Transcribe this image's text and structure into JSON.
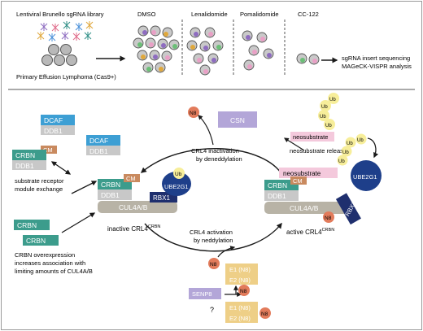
{
  "top_panel": {
    "library_label": "Lentiviral Brunello sgRNA library",
    "cells_label": "Primary Effusion Lymphoma (Cas9+)",
    "conditions": [
      "DMSO",
      "Lenalidomide",
      "Pomalidomide",
      "CC-122"
    ],
    "readout_line1": "sgRNA insert sequencing",
    "readout_line2": "MAGeCK-VISPR analysis"
  },
  "left_module": {
    "dcaf": "DCAF",
    "ddb1": "DDB1",
    "crbn": "CRBN",
    "cm": "CM",
    "exchange_line1": "substrate receptor",
    "exchange_line2": "module exchange"
  },
  "inactive_complex": {
    "crbn": "CRBN",
    "cm": "CM",
    "ddb1": "DDB1",
    "cul4": "CUL4A/B",
    "rbx1": "RBX1",
    "ube2g1": "UBE2G1",
    "ub": "Ub",
    "label_main": "inactive CRL4",
    "label_sup": "CRBN"
  },
  "overexpression": {
    "crbn_1": "CRBN",
    "crbn_2": "CRBN",
    "line1": "CRBN overexpression",
    "line2": "increases association with",
    "line3": "limiting amounts of CUL4A/B"
  },
  "cycle": {
    "n8": "N8",
    "csn": "CSN",
    "inactivation_line1": "CRL4 inactivation",
    "inactivation_line2": "by deneddylation",
    "activation_line1": "CRL4 activation",
    "activation_line2": "by neddylation",
    "neosubstrate": "neosubstrate",
    "release": "neosubstrate release",
    "ub": "Ub"
  },
  "active_complex": {
    "neosubstrate": "neosubstrate",
    "crbn": "CRBN",
    "cm": "CM",
    "ddb1": "DDB1",
    "cul4": "CUL4A/B",
    "rbx1": "RBX1",
    "ube2g1": "UBE2G1",
    "n8": "N8",
    "label_main": "active CRL4",
    "label_sup": "CRBN"
  },
  "neddylation": {
    "e1_n8": "E1 (N8)",
    "e2_n8": "E2 (N8)",
    "senp8": "SENP8",
    "n8": "N8",
    "question": "?"
  },
  "colors": {
    "crbn": "#3c9c8c",
    "ddb1": "#c8c8c8",
    "cul4": "#b8b3a6",
    "dcaf": "#3d9fd4",
    "cm": "#c98a5f",
    "rbx1": "#1f2f6e",
    "ube2g1": "#1e3f8a",
    "ub": "#f7ee9a",
    "n8": "#e27b5b",
    "csn": "#b3a6d8",
    "neosubstrate": "#f4c9dc",
    "e1e2": "#eecf87",
    "senp8": "#b3a6d8",
    "arrow": "#1a1a1a"
  }
}
